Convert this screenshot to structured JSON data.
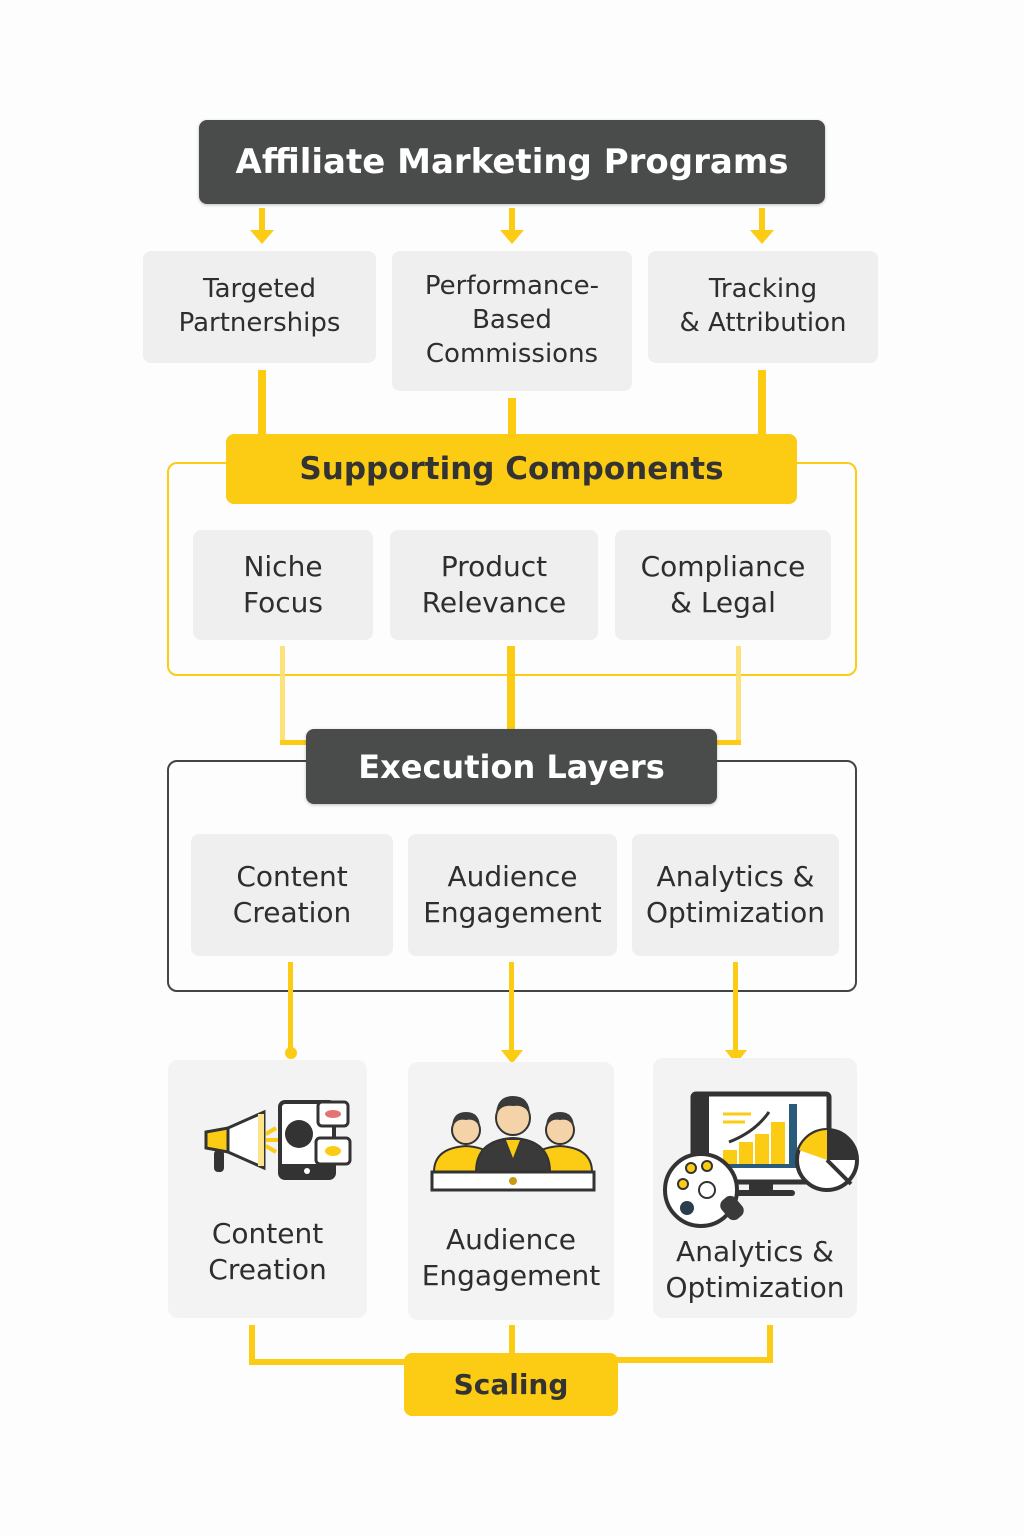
{
  "title": "Affiliate Marketing Programs",
  "programs": [
    {
      "label": "Targeted\nPartnerships"
    },
    {
      "label": "Performance-\nBased\nCommissions"
    },
    {
      "label": "Tracking\n& Attribution"
    }
  ],
  "supporting": {
    "title": "Supporting Components",
    "items": [
      {
        "label": "Niche\nFocus"
      },
      {
        "label": "Product\nRelevance"
      },
      {
        "label": "Compliance\n& Legal"
      }
    ]
  },
  "execution": {
    "title": "Execution Layers",
    "items": [
      {
        "label": "Content\nCreation"
      },
      {
        "label": "Audience\nEngagement"
      },
      {
        "label": "Analytics &\nOptimization"
      }
    ]
  },
  "cards": [
    {
      "label": "Content\nCreation",
      "icon": "megaphone-phone-icon"
    },
    {
      "label": "Audience\nEngagement",
      "icon": "audience-group-icon"
    },
    {
      "label": "Analytics &\nOptimization",
      "icon": "analytics-monitor-icon"
    }
  ],
  "final": {
    "label": "Scaling"
  },
  "colors": {
    "accent": "#fccb13",
    "dark": "#4a4b4b",
    "box": "#efefef",
    "text": "#2e2e2e"
  }
}
